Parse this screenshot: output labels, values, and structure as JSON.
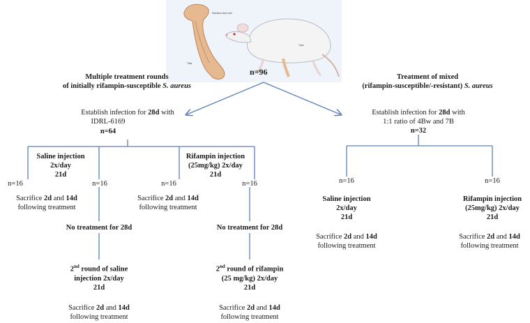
{
  "illustration": {
    "implant_label": "Stainless steel wire",
    "tibia_label": "Tibia",
    "tube_label": "Tube",
    "total": "n=96"
  },
  "branch_a": {
    "title_line1": "Multiple treatment rounds",
    "title_line2_prefix": "of initially rifampin-susceptible",
    "title_line2_species": "S. aureus",
    "establish_prefix": "Establish infection for",
    "establish_duration": "28d",
    "establish_suffix": "with",
    "strain": "IDRL-6169",
    "n": "n=64",
    "saline": {
      "label_line1": "Saline injection",
      "label_line2": "2x/day",
      "label_line3": "21d",
      "n_left": "n=16",
      "n_right": "n=16",
      "sacrifice_prefix": "Sacrifice",
      "sacrifice_d1": "2d",
      "sacrifice_and": "and",
      "sacrifice_d2": "14d",
      "sacrifice_suffix": "following treatment",
      "no_treatment": "No treatment for 28d",
      "second_round_ord": "2",
      "second_round_sup": "nd",
      "second_round_line1_rest": "round of saline",
      "second_round_line2": "injection 2x/day",
      "second_round_line3": "21d",
      "final_prefix": "Sacrifice",
      "final_d1": "2d",
      "final_and": "and",
      "final_d2": "14d",
      "final_suffix": "following treatment"
    },
    "rifampin": {
      "label_line1": "Rifampin injection",
      "label_line2": "(25mg/kg) 2x/day",
      "label_line3": "21d",
      "n_left": "n=16",
      "n_right": "n=16",
      "sacrifice_prefix": "Sacrifice",
      "sacrifice_d1": "2d",
      "sacrifice_and": "and",
      "sacrifice_d2": "14d",
      "sacrifice_suffix": "following treatment",
      "no_treatment": "No treatment for 28d",
      "second_round_ord": "2",
      "second_round_sup": "nd",
      "second_round_line1_rest": "round of rifampin",
      "second_round_line2": "(25 mg/kg) 2x/day",
      "second_round_line3": "21d",
      "final_prefix": "Sacrifice",
      "final_d1": "2d",
      "final_and": "and",
      "final_d2": "14d",
      "final_suffix": "following treatment"
    }
  },
  "branch_b": {
    "title_line1": "Treatment of mixed",
    "title_line2_prefix": "(rifampin-susceptible/-resistant)",
    "title_line2_species": "S. aureus",
    "establish_prefix": "Establish infection for",
    "establish_duration": "28d",
    "establish_suffix": "with",
    "ratio": "1:1 ratio of 4Bw and 7B",
    "n": "n=32",
    "saline": {
      "n": "n=16",
      "label_line1": "Saline injection",
      "label_line2": "2x/day",
      "label_line3": "21d",
      "sacrifice_prefix": "Sacrifice",
      "sacrifice_d1": "2d",
      "sacrifice_and": "and",
      "sacrifice_d2": "14d",
      "sacrifice_suffix": "following treatment"
    },
    "rifampin": {
      "n": "n=16",
      "label_line1": "Rifampin injection",
      "label_line2": "(25mg/kg) 2x/day",
      "label_line3": "21d",
      "sacrifice_prefix": "Sacrifice",
      "sacrifice_d1": "2d",
      "sacrifice_and": "and",
      "sacrifice_d2": "14d",
      "sacrifice_suffix": "following treatment"
    }
  },
  "colors": {
    "connector": "#5b7fb8",
    "text": "#1a1a1a",
    "illustration_bg": "#eef4fa"
  }
}
